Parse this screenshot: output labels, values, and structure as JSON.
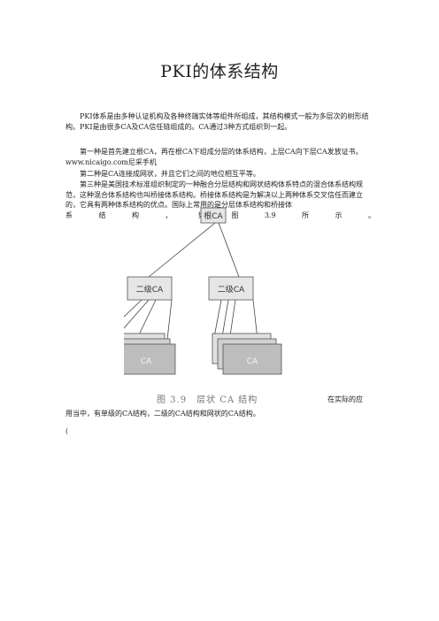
{
  "title": "PKI的体系结构",
  "para1": "PKI体系是由多种认证机构及各种终端实体等组件所组成，其结构模式一般为多层次的树形结构。PKI是由很多CA及CA信任链组成的。CA通过3种方式组织到一起。",
  "para2": "第一种是首先建立根CA，再在根CA下组成分层的体系结构，上层CA向下层CA发放证书。www.nicaigo.com尼采手机",
  "para3": "第二种是CA连接成网状，并且它们之间的地位相互平等。",
  "para4": "第三种是美国技术标准组织制定的一种融合分层结构和网状结构体系特点的混合体系结构规范，这种混合体系结构也叫桥接体系结构。桥接体系结构是为解决以上两种体系交叉信任而建立的，它具有两种体系结构的优点。国际上常用的是分层体系结构和桥接体",
  "spread_words": [
    "系",
    "结",
    "构",
    "，",
    "如",
    "图",
    "3.9",
    "所",
    "示",
    "。"
  ],
  "figure": {
    "root_label": "根CA",
    "level2_left": "二级CA",
    "level2_right": "二级CA",
    "leaf_left": "CA",
    "leaf_right": "CA"
  },
  "caption": "图 3.9　层状 CA 结构",
  "right_note": "在实际的应",
  "para5": "用当中，有单级的CA结构，二级的CA结构和网状的CA结构。",
  "trailing_mark": "(",
  "colors": {
    "box_fill": "#e6e6e6",
    "box_stroke": "#555555",
    "leaf_fill": "#bdbdbd",
    "line": "#444444"
  }
}
